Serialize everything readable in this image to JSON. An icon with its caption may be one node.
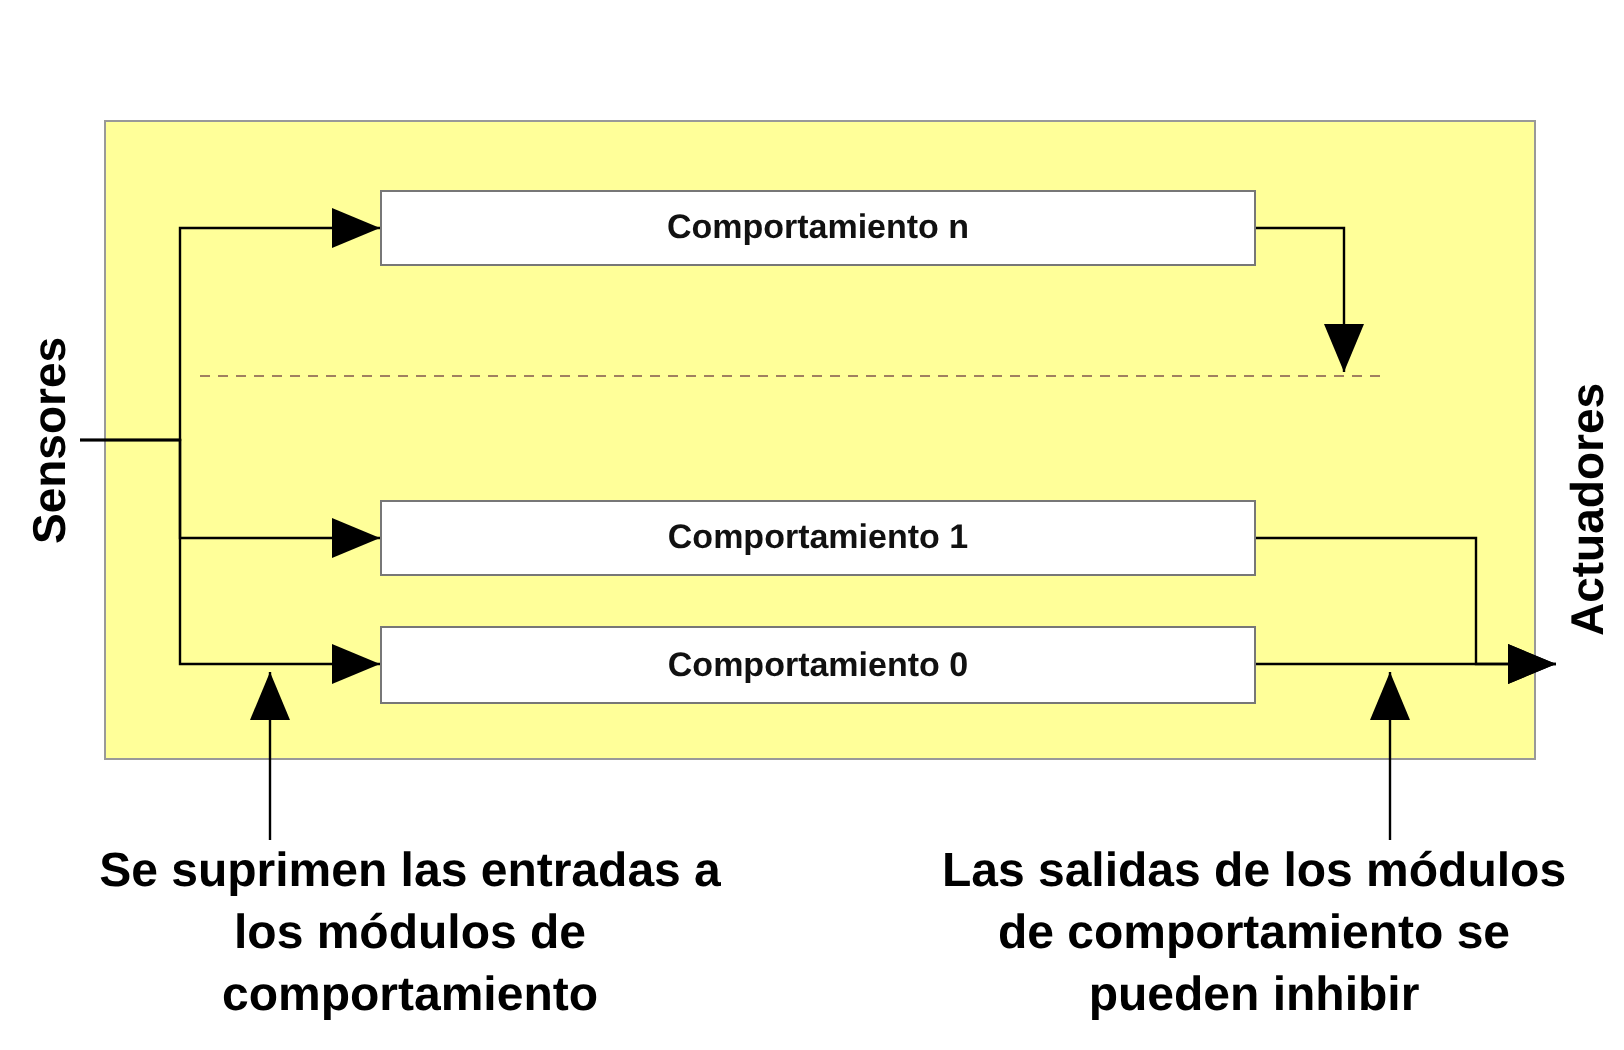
{
  "diagram": {
    "nodes": [
      {
        "text": [],
        "shape": "box"
      },
      {
        "text": [
          "Sensores"
        ]
      },
      {
        "text": [
          "Comportamiento n"
        ],
        "in": 0
      },
      {
        "text": [
          "Comportamiento 1"
        ],
        "in": 0
      },
      {
        "text": [
          "Comportamiento 0"
        ],
        "in": 0
      },
      {
        "text": [
          "Actuadores"
        ]
      },
      {
        "text": [
          "Se suprimen las entradas a los módulos de comportamiento"
        ]
      },
      {
        "text": [
          "Las salidas de los módulos de comportamiento se pueden inhibir"
        ]
      }
    ],
    "edges": [
      {
        "from": 1,
        "to": 2,
        "arrow": "to"
      },
      {
        "from": 1,
        "to": 3,
        "arrow": "to"
      },
      {
        "from": 1,
        "to": 4,
        "arrow": "to"
      },
      {
        "from": 2,
        "to": null,
        "arrow": "to"
      },
      {
        "from": 3,
        "to": 5,
        "arrow": "to"
      },
      {
        "from": 4,
        "to": 5,
        "arrow": "to"
      },
      {
        "from": 6,
        "to": null,
        "arrow": "to"
      },
      {
        "from": 7,
        "to": null,
        "arrow": "to"
      }
    ]
  }
}
